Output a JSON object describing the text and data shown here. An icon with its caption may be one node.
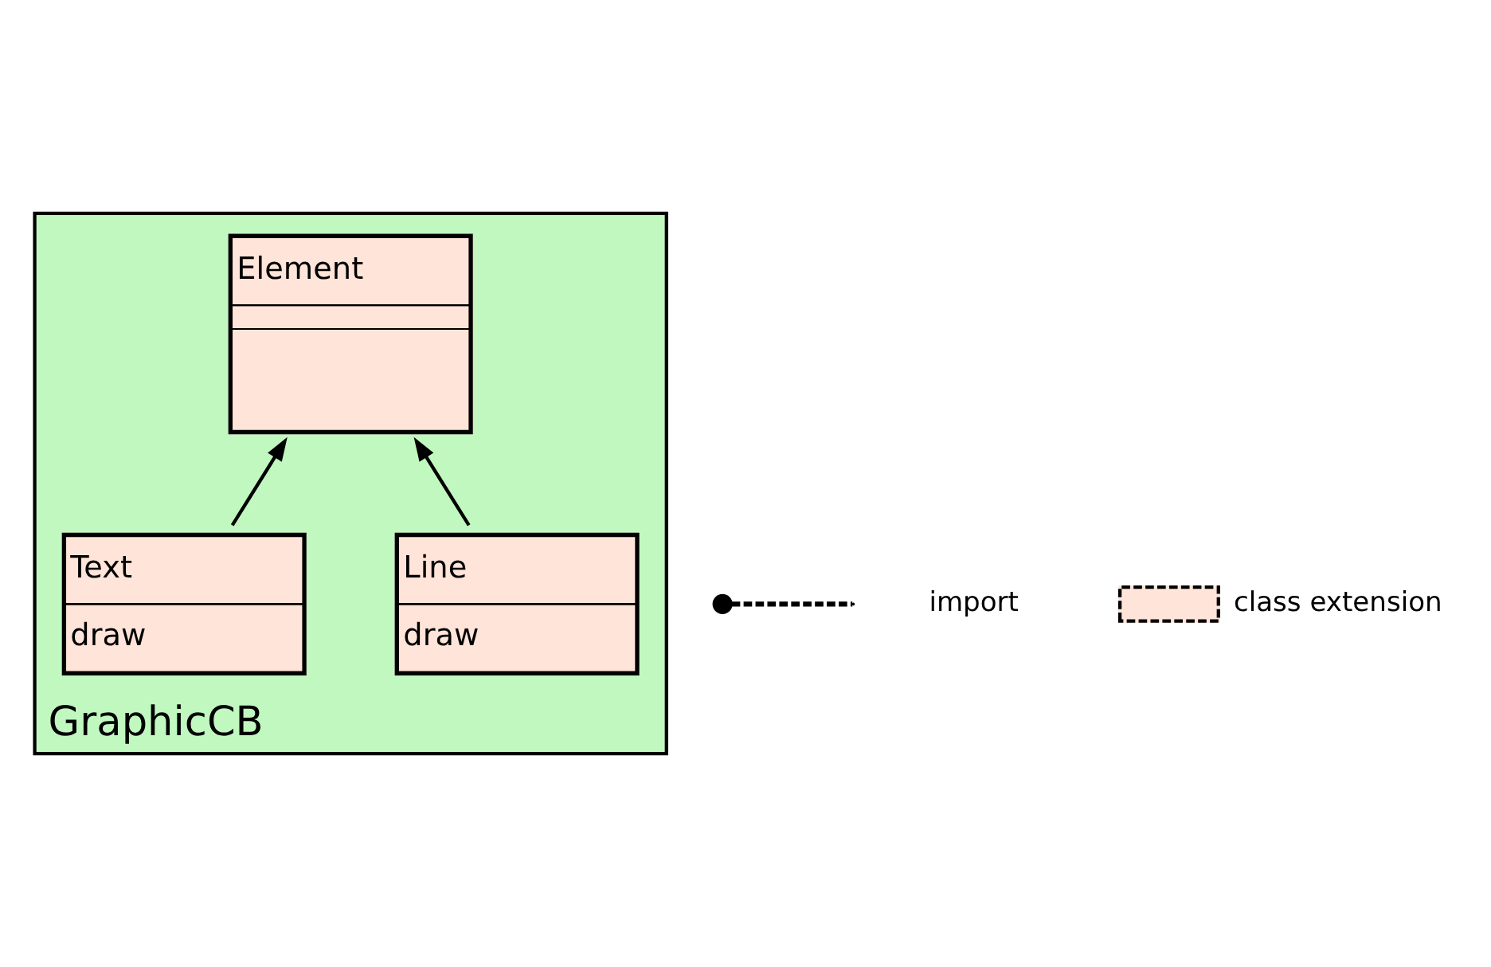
{
  "diagram": {
    "nodes": [
      {
        "text": [
          "GraphicCB"
        ]
      },
      {
        "text": [
          "Element"
        ],
        "in": 0
      },
      {
        "text": [
          "Line",
          "draw"
        ],
        "in": 0
      },
      {
        "text": [
          "Text",
          "draw"
        ],
        "in": 0
      }
    ],
    "edges": [
      {
        "from": 2,
        "to": 1,
        "arrow": "to"
      },
      {
        "from": 3,
        "to": 1,
        "arrow": "to"
      }
    ],
    "legend": [
      {
        "text": "import"
      },
      {
        "text": "class extension",
        "color": "#ffe4d9"
      }
    ]
  }
}
